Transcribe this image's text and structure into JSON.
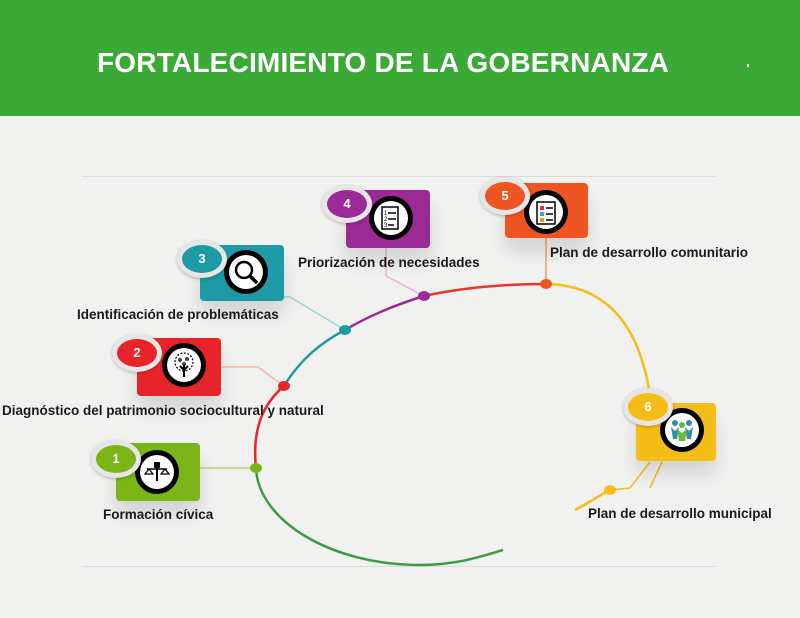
{
  "header": {
    "title": "FORTALECIMIENTO DE LA GOBERNANZA"
  },
  "colors": {
    "header_bg": "#3aa935",
    "step1": "#7cb518",
    "step2": "#e8242b",
    "step3": "#1e9aa6",
    "step4": "#9b2a96",
    "step5": "#ee5523",
    "step6": "#f5bd17",
    "final_arc": "#3a9b47"
  },
  "steps": [
    {
      "number": "1",
      "label": "Formación cívica",
      "icon": "justice-scale-fist-icon"
    },
    {
      "number": "2",
      "label": "Diagnóstico del patrimonio sociocultural y natural",
      "icon": "tree-icon"
    },
    {
      "number": "3",
      "label": "Identificación de problemáticas",
      "icon": "magnifier-icon"
    },
    {
      "number": "4",
      "label": "Priorización de necesidades",
      "icon": "numbered-list-icon"
    },
    {
      "number": "5",
      "label": "Plan de desarrollo comunitario",
      "icon": "checklist-clipboard-icon"
    },
    {
      "number": "6",
      "label": "Plan de desarrollo municipal",
      "icon": "community-people-icon"
    }
  ]
}
